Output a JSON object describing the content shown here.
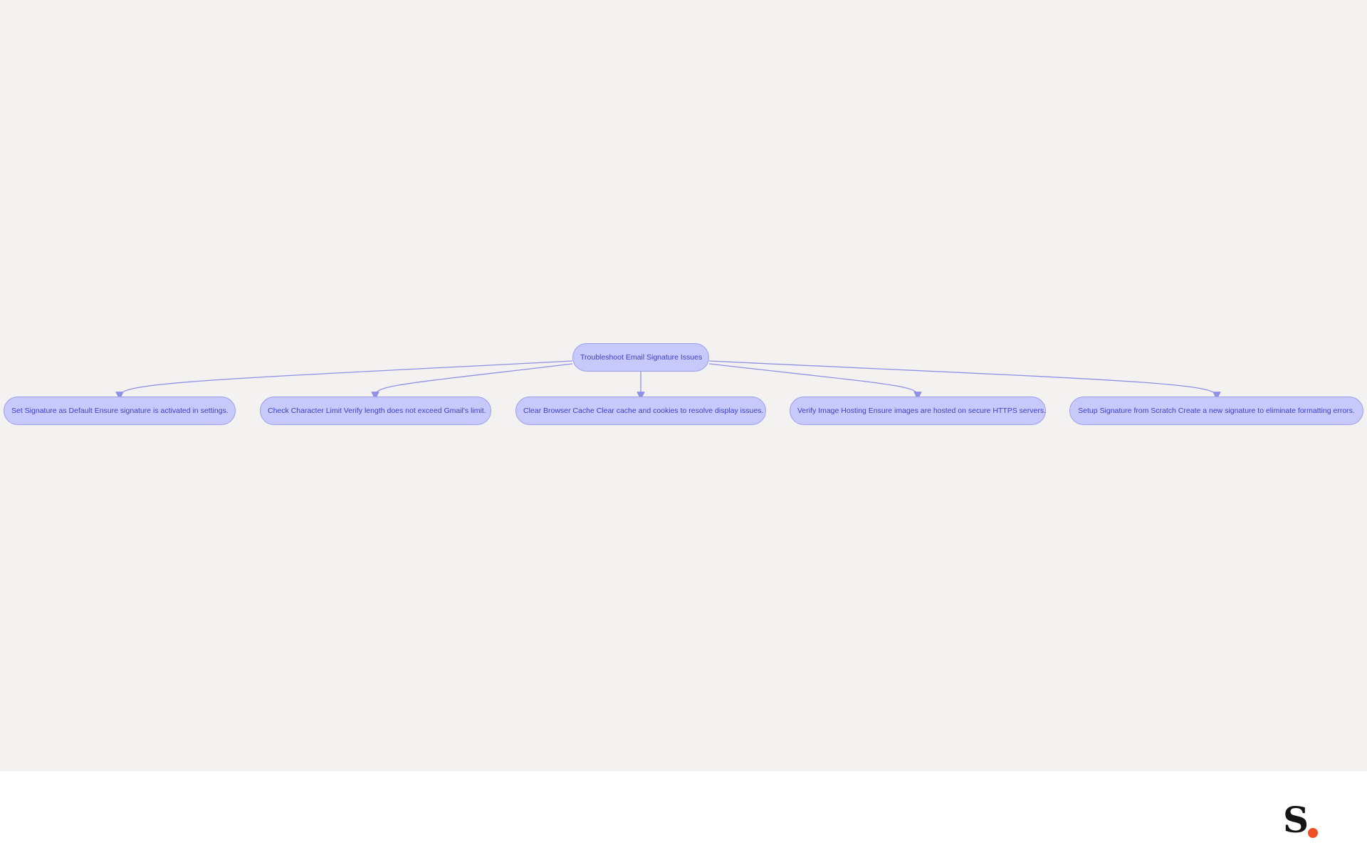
{
  "diagram": {
    "root": {
      "label": "Troubleshoot Email Signature Issues"
    },
    "children": [
      {
        "label": "Set Signature as Default Ensure signature is activated in settings."
      },
      {
        "label": "Check Character Limit Verify length does not exceed Gmail's limit."
      },
      {
        "label": "Clear Browser Cache Clear cache and cookies to resolve display issues."
      },
      {
        "label": "Verify Image Hosting Ensure images are hosted on secure HTTPS servers."
      },
      {
        "label": "Setup Signature from Scratch Create a new signature to eliminate formatting errors."
      }
    ],
    "colors": {
      "node_fill": "#c8c9fb",
      "node_border": "#9d9ef0",
      "node_text": "#3b3fc4",
      "edge": "#8f90e6",
      "background": "#f3f2f1"
    }
  },
  "logo": {
    "letter": "S",
    "dot_color": "#f04e23"
  }
}
